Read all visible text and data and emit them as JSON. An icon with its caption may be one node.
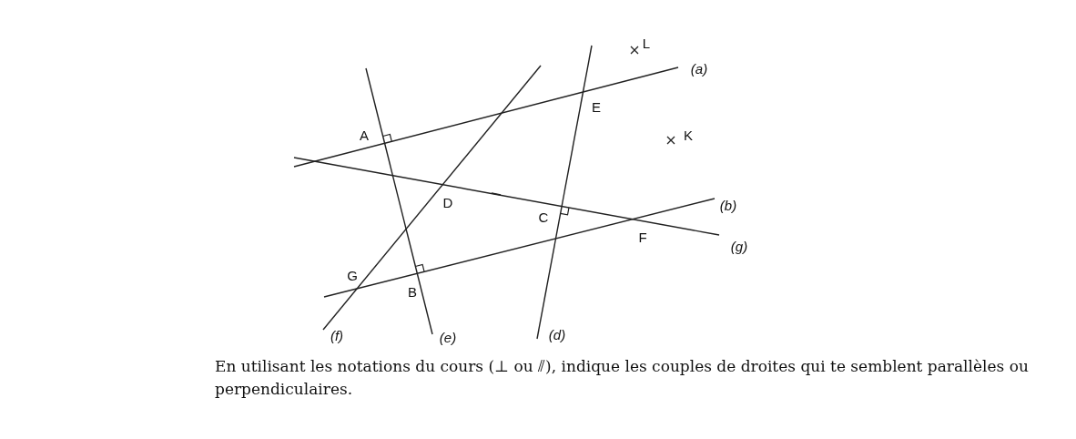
{
  "diagram": {
    "caption": "En utilisant les notations du cours (⊥ ou ⫽), indique les couples de droites qui te semblent parallèles ou perpendiculaires.",
    "labels": [
      "L",
      "(a)",
      "E",
      "A",
      "K",
      "D",
      "C",
      "(b)",
      "F",
      "(g)",
      "G",
      "B",
      "(f)",
      "(e)",
      "(d)"
    ]
  }
}
